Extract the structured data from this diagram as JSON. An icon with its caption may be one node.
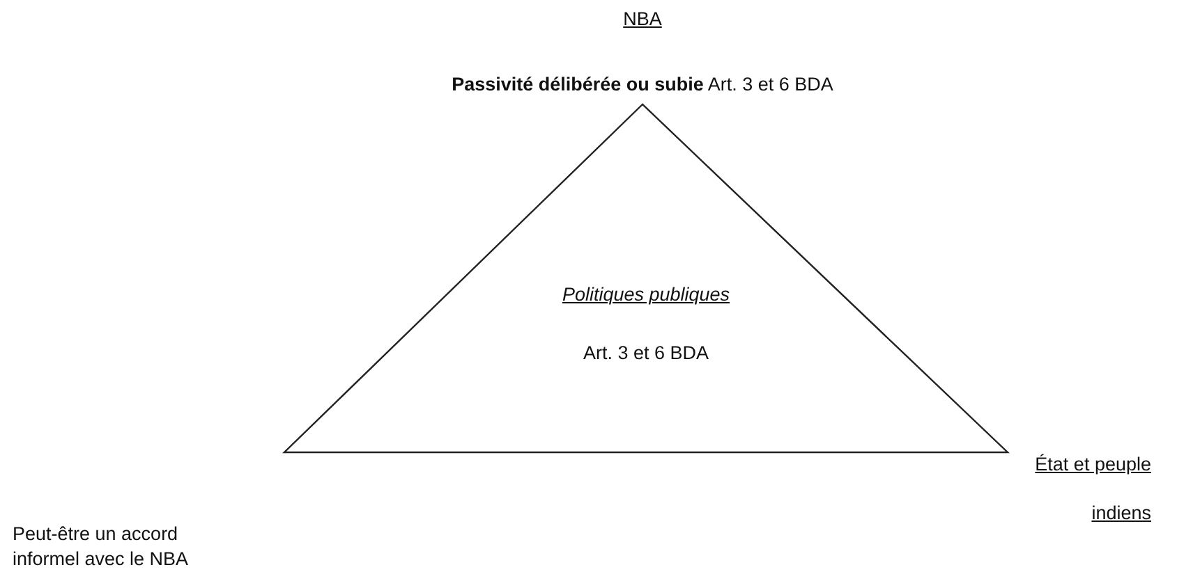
{
  "diagram": {
    "nodes": [
      {
        "text": [
          "Politiques publiques",
          "Art. 3 et 6 BDA"
        ]
      }
    ],
    "edges": [],
    "labels": [
      "NBA",
      "**Passivité délibérée ou subie** Art. 3 et 6 BDA",
      "État et peuple indiens",
      "Peut-être un accord informel avec le NBA"
    ]
  }
}
